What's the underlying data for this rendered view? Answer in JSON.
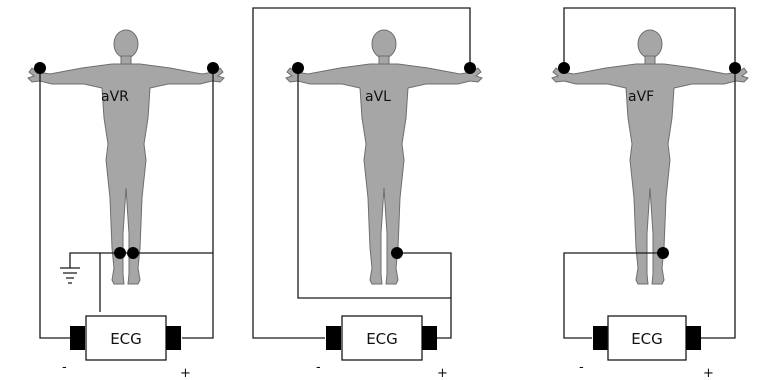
{
  "panels": [
    {
      "lead_label": "aVR",
      "device_label": "ECG",
      "minus_label": "-",
      "plus_label": "+"
    },
    {
      "lead_label": "aVL",
      "device_label": "ECG",
      "minus_label": "-",
      "plus_label": "+"
    },
    {
      "lead_label": "aVF",
      "device_label": "ECG",
      "minus_label": "-",
      "plus_label": "+"
    }
  ],
  "colors": {
    "body_fill": "#a6a6a6",
    "body_outline": "#6e6e6e",
    "wire": "#1a1a1a",
    "electrode": "#000000"
  }
}
